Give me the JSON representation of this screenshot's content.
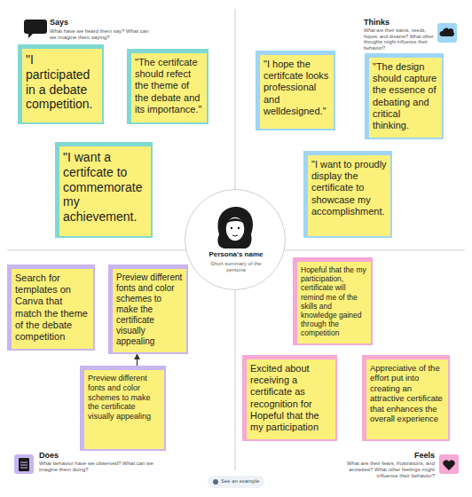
{
  "diagram": {
    "nodes": [
      {
        "text": [
          "\"I participated in a debate competition."
        ]
      },
      {
        "text": [
          "\"The certifcate should refect the theme of the debate and its importance.\""
        ]
      },
      {
        "text": [
          "\"I want a certifcate to commemorate my achievement."
        ]
      },
      {
        "text": [
          "\"I hope the certifcate looks professional and welldesigned.\""
        ]
      },
      {
        "text": [
          "\"The design should capture the essence of debating and critical thinking."
        ]
      },
      {
        "text": [
          "\"I want to proudly display the certificate to showcase my accomplishment."
        ]
      },
      {
        "text": [
          "Persona's name",
          "Short summary of the persona"
        ]
      },
      {
        "text": [
          "Search for templates on Canva that match the theme of the debate competition"
        ]
      },
      {
        "text": [
          "Preview different fonts and color schemes to make the certificate visually appealing"
        ]
      },
      {
        "text": [
          "Preview different fonts and color schemes to make the certificate visually appealing"
        ]
      },
      {
        "text": [
          "Hopeful that the my participation, certificate will remind me of the skills and knowledge gained through the competition"
        ]
      },
      {
        "text": [
          "Excited about receiving a certificate as recognition for Hopeful that the my participation"
        ]
      },
      {
        "text": [
          "Appreciative of the effort put into creating an attractive certificate that enhances the overall experience"
        ]
      }
    ],
    "edges": [
      {
        "from": 9,
        "to": 8,
        "arrow": "to"
      }
    ],
    "labels": [
      "Says",
      "What have we heard them say? What can we imagine them saying?",
      "Thinks",
      "What are their wants, needs, hopes, and dreams? What other thoughts might influence their behavior?",
      "Does",
      "What behavior have we observed? What can we imagine them doing?",
      "Feels",
      "What are their fears, frustrations, and anxieties? What other feelings might influence their behavior?",
      "See an example"
    ]
  }
}
